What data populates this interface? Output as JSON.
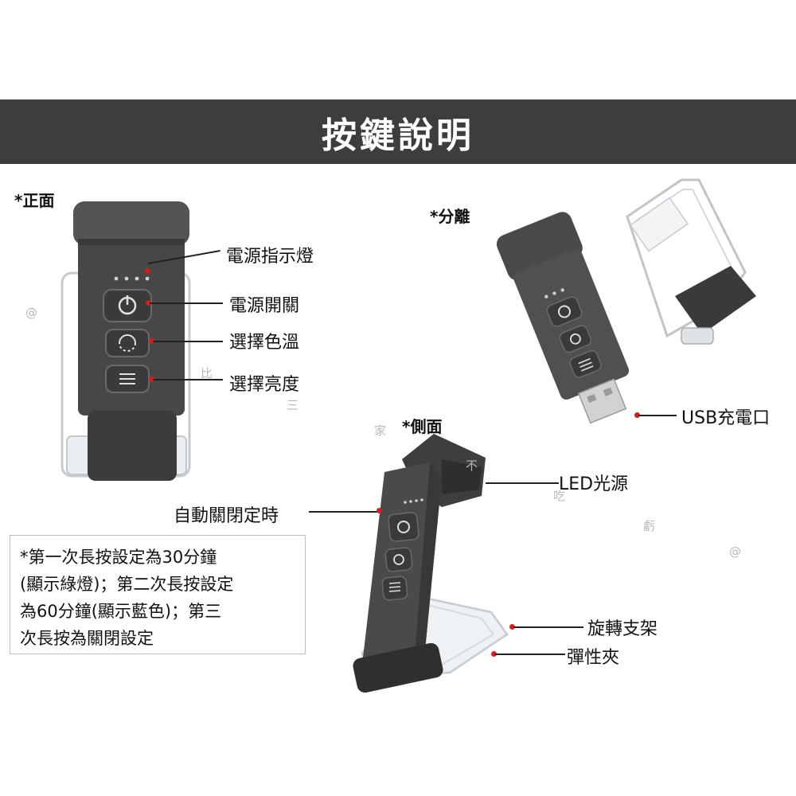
{
  "banner": {
    "title": "按鍵說明"
  },
  "sections": {
    "front": "*正面",
    "separate": "*分離",
    "side": "*側面"
  },
  "callouts": {
    "power_indicator": "電源指示燈",
    "power_switch": "電源開關",
    "color_temp": "選擇色溫",
    "brightness": "選擇亮度",
    "usb_charging": "USB充電口",
    "led_source": "LED光源",
    "auto_off": "自動關閉定時",
    "rotating_stand": "旋轉支架",
    "spring_clip": "彈性夾"
  },
  "note": {
    "lines": [
      "*第一次長按設定為30分鐘",
      "(顯示綠燈)；第二次長按設定",
      "為60分鐘(顯示藍色)；第三",
      "次長按為關閉設定"
    ]
  },
  "watermarks": [
    "@",
    "比",
    "三",
    "家",
    "不",
    "吃",
    "虧",
    "@"
  ],
  "colors": {
    "banner_bg": "#3d3d3d",
    "device_body": "#4a4a4a",
    "device_dark": "#2f2f2f",
    "leader_dot": "#d91d1d"
  }
}
